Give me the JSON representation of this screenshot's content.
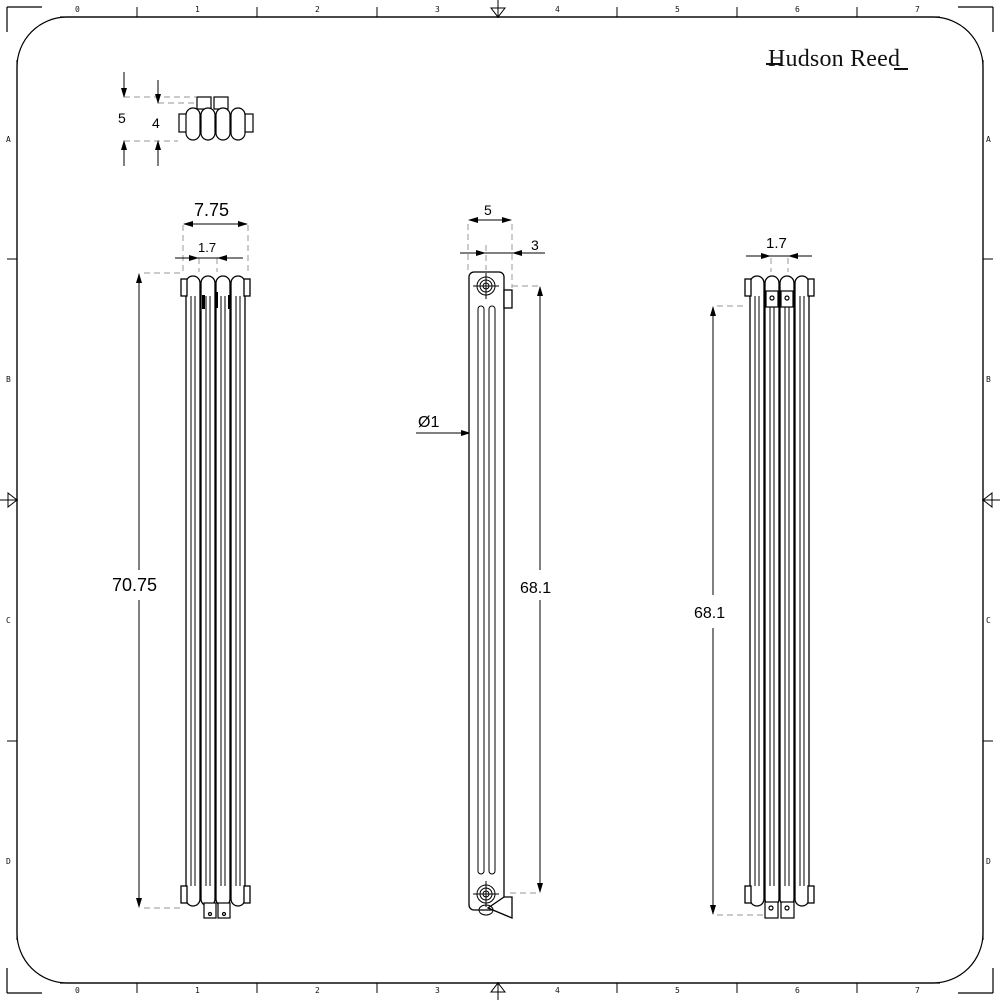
{
  "brand": {
    "name": "Hudson Reed"
  },
  "frame": {
    "columns": [
      "0",
      "1",
      "2",
      "3",
      "4",
      "5",
      "6",
      "7"
    ],
    "rows": [
      "A",
      "B",
      "C",
      "D"
    ],
    "line_color": "#000000",
    "dash_color": "#aaaaaa"
  },
  "views": {
    "top_view": {
      "dims": {
        "outer_depth": "5",
        "inner_depth": "4"
      }
    },
    "front_view": {
      "dims": {
        "width": "7.75",
        "column_spacing": "1.7",
        "overall_height": "70.75"
      }
    },
    "side_view": {
      "dims": {
        "depth": "5",
        "wall_offset": "3",
        "pipe_diameter": "Ø1",
        "pipe_centres": "68.1"
      }
    },
    "rear_view": {
      "dims": {
        "column_spacing": "1.7",
        "pipe_centres": "68.1"
      }
    }
  }
}
